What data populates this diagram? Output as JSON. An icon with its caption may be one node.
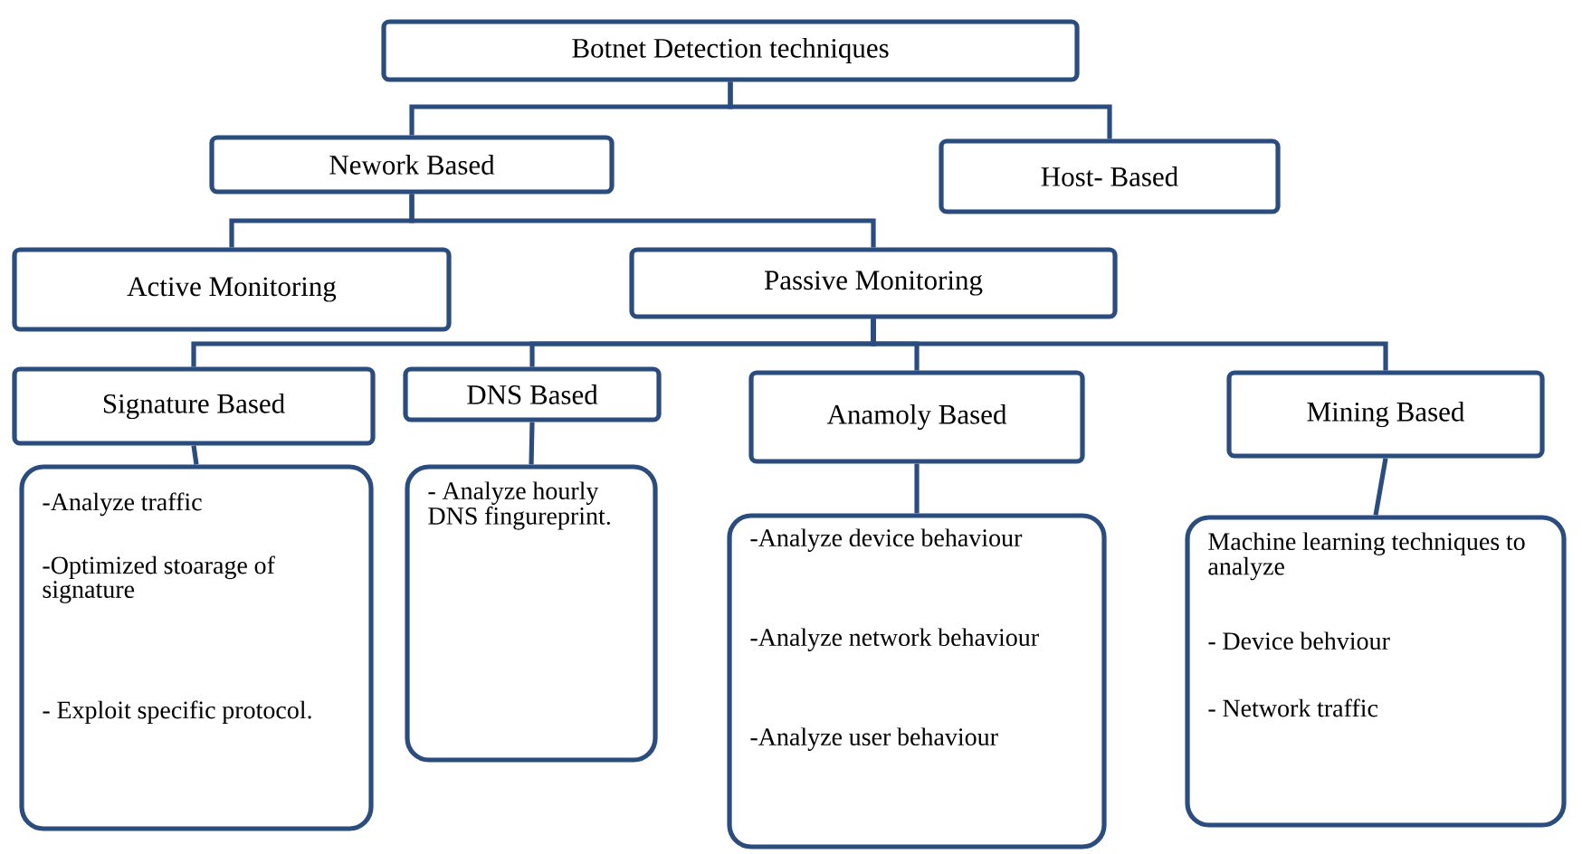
{
  "diagram": {
    "nodes": [
      {
        "text": [
          "Botnet Detection techniques"
        ]
      },
      {
        "text": [
          "Nework Based"
        ]
      },
      {
        "text": [
          "Host- Based"
        ]
      },
      {
        "text": [
          "Active Monitoring"
        ]
      },
      {
        "text": [
          "Passive Monitoring"
        ]
      },
      {
        "text": [
          "Signature Based"
        ]
      },
      {
        "text": [
          "DNS Based"
        ]
      },
      {
        "text": [
          "Anamoly Based"
        ]
      },
      {
        "text": [
          "Mining Based"
        ]
      },
      {
        "text": [
          "-Analyze traffic",
          "-Optimized stoarage of signature",
          "- Exploit specific protocol."
        ]
      },
      {
        "text": [
          "- Analyze hourly DNS fingureprint."
        ]
      },
      {
        "text": [
          "-Analyze device behaviour",
          "-Analyze network behaviour",
          "-Analyze user behaviour"
        ]
      },
      {
        "text": [
          "Machine learning techniques to analyze",
          "- Device behviour",
          "- Network traffic"
        ]
      }
    ],
    "edges": [
      {
        "from": 0,
        "to": 1,
        "arrow": "none"
      },
      {
        "from": 0,
        "to": 2,
        "arrow": "none"
      },
      {
        "from": 1,
        "to": 3,
        "arrow": "none"
      },
      {
        "from": 1,
        "to": 4,
        "arrow": "none"
      },
      {
        "from": 4,
        "to": 5,
        "arrow": "none"
      },
      {
        "from": 4,
        "to": 6,
        "arrow": "none"
      },
      {
        "from": 4,
        "to": 7,
        "arrow": "none"
      },
      {
        "from": 4,
        "to": 8,
        "arrow": "none"
      },
      {
        "from": 5,
        "to": 9,
        "arrow": "none"
      },
      {
        "from": 6,
        "to": 10,
        "arrow": "none"
      },
      {
        "from": 7,
        "to": 11,
        "arrow": "none"
      },
      {
        "from": 8,
        "to": 12,
        "arrow": "none"
      }
    ]
  }
}
